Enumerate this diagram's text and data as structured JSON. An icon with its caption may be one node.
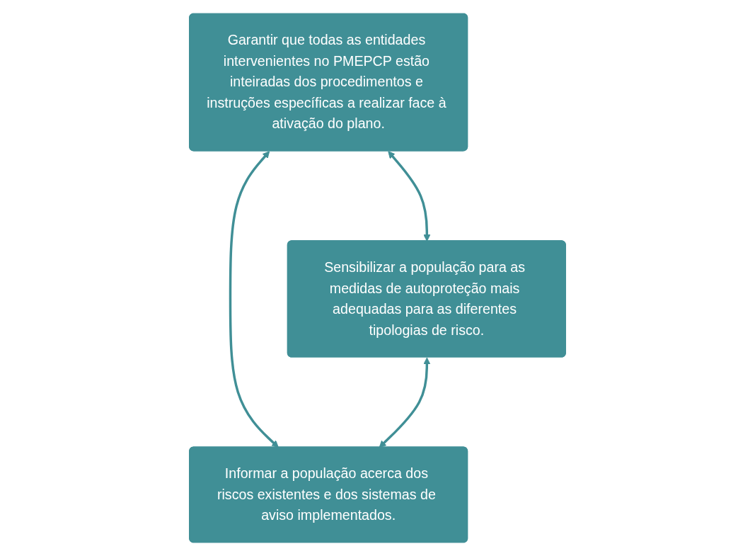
{
  "diagram": {
    "nodes": [
      {
        "text": [
          "Garantir que todas as entidades intervenientes no PMEPCP estão inteiradas dos procedimentos e instruções específicas a realizar face à ativação do plano."
        ]
      },
      {
        "text": [
          "Sensibilizar a população para as medidas de autoproteção mais adequadas para as diferentes tipologias de risco."
        ]
      },
      {
        "text": [
          "Informar a população acerca dos riscos existentes e dos sistemas de aviso implementados."
        ]
      }
    ],
    "edges": [
      {
        "from": 0,
        "to": 1,
        "arrow": "both"
      },
      {
        "from": 0,
        "to": 2,
        "arrow": "both"
      },
      {
        "from": 1,
        "to": 2,
        "arrow": "both"
      }
    ]
  }
}
